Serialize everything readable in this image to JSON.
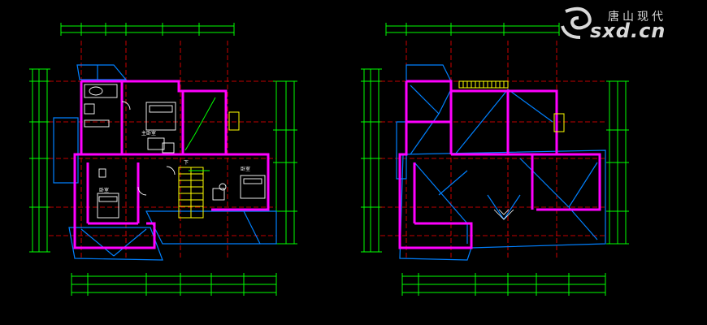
{
  "watermark": {
    "chinese": "唐山现代",
    "latin": "sxd.cn",
    "icon": "swirl-logo-icon"
  },
  "plan_left": {
    "rooms": [
      {
        "key": "bath",
        "label": ""
      },
      {
        "key": "master-bed",
        "label": "主卧室"
      },
      {
        "key": "bed-sw",
        "label": "卧室"
      },
      {
        "key": "bed-se",
        "label": "卧室"
      },
      {
        "key": "stair",
        "label": "下"
      }
    ]
  },
  "plan_right": {
    "type": "roof-plan"
  },
  "colors": {
    "background": "#000000",
    "dimension": "#00ff00",
    "wall": "#ff00ff",
    "roof": "#0080ff",
    "furniture": "#ffffff",
    "axis": "#ff0000",
    "accent": "#ffff00"
  }
}
